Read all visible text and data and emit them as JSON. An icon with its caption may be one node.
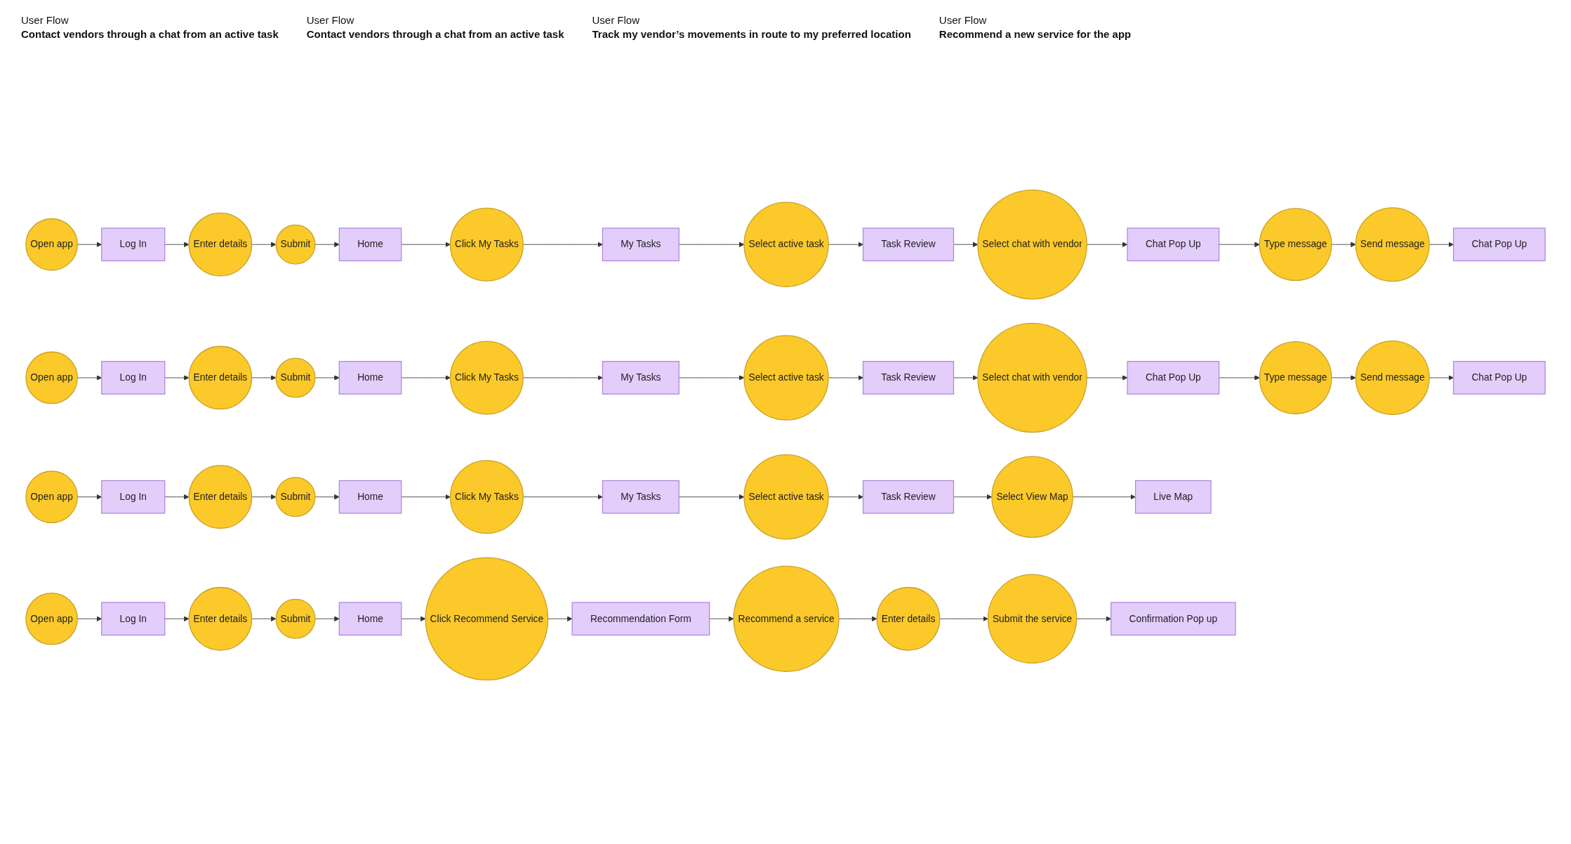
{
  "diagram": {
    "nodes": [
      {
        "text": [
          "Open app"
        ]
      },
      {
        "text": [
          "Log In"
        ]
      },
      {
        "text": [
          "Enter details"
        ]
      },
      {
        "text": [
          "Submit"
        ]
      },
      {
        "text": [
          "Home"
        ]
      },
      {
        "text": [
          "Click My Tasks"
        ]
      },
      {
        "text": [
          "My Tasks"
        ]
      },
      {
        "text": [
          "Select active task"
        ]
      },
      {
        "text": [
          "Task Review"
        ]
      },
      {
        "text": [
          "Select chat with vendor"
        ]
      },
      {
        "text": [
          "Chat Pop Up"
        ]
      },
      {
        "text": [
          "Type message"
        ]
      },
      {
        "text": [
          "Send message"
        ]
      },
      {
        "text": [
          "Chat Pop Up"
        ]
      },
      {
        "text": [
          "Open app"
        ]
      },
      {
        "text": [
          "Log In"
        ]
      },
      {
        "text": [
          "Enter details"
        ]
      },
      {
        "text": [
          "Submit"
        ]
      },
      {
        "text": [
          "Home"
        ]
      },
      {
        "text": [
          "Click My Tasks"
        ]
      },
      {
        "text": [
          "My Tasks"
        ]
      },
      {
        "text": [
          "Select active task"
        ]
      },
      {
        "text": [
          "Task Review"
        ]
      },
      {
        "text": [
          "Select chat with vendor"
        ]
      },
      {
        "text": [
          "Chat Pop Up"
        ]
      },
      {
        "text": [
          "Type message"
        ]
      },
      {
        "text": [
          "Send message"
        ]
      },
      {
        "text": [
          "Chat Pop Up"
        ]
      },
      {
        "text": [
          "Open app"
        ]
      },
      {
        "text": [
          "Log In"
        ]
      },
      {
        "text": [
          "Enter details"
        ]
      },
      {
        "text": [
          "Submit"
        ]
      },
      {
        "text": [
          "Home"
        ]
      },
      {
        "text": [
          "Click My Tasks"
        ]
      },
      {
        "text": [
          "My Tasks"
        ]
      },
      {
        "text": [
          "Select active task"
        ]
      },
      {
        "text": [
          "Task Review"
        ]
      },
      {
        "text": [
          "Select View Map"
        ]
      },
      {
        "text": [
          "Live Map"
        ]
      },
      {
        "text": [
          "Open app"
        ]
      },
      {
        "text": [
          "Log In"
        ]
      },
      {
        "text": [
          "Enter details"
        ]
      },
      {
        "text": [
          "Submit"
        ]
      },
      {
        "text": [
          "Home"
        ]
      },
      {
        "text": [
          "Click Recommend Service"
        ]
      },
      {
        "text": [
          "Recommendation Form"
        ]
      },
      {
        "text": [
          "Recommend a service"
        ]
      },
      {
        "text": [
          "Enter details"
        ]
      },
      {
        "text": [
          "Submit the service"
        ]
      },
      {
        "text": [
          "Confirmation Pop up"
        ]
      }
    ],
    "edges": [
      {
        "from": 0,
        "to": 1,
        "arrow": "to"
      },
      {
        "from": 1,
        "to": 2,
        "arrow": "to"
      },
      {
        "from": 2,
        "to": 3,
        "arrow": "to"
      },
      {
        "from": 3,
        "to": 4,
        "arrow": "to"
      },
      {
        "from": 4,
        "to": 5,
        "arrow": "to"
      },
      {
        "from": 5,
        "to": 6,
        "arrow": "to"
      },
      {
        "from": 6,
        "to": 7,
        "arrow": "to"
      },
      {
        "from": 7,
        "to": 8,
        "arrow": "to"
      },
      {
        "from": 8,
        "to": 9,
        "arrow": "to"
      },
      {
        "from": 9,
        "to": 10,
        "arrow": "to"
      },
      {
        "from": 10,
        "to": 11,
        "arrow": "to"
      },
      {
        "from": 11,
        "to": 12,
        "arrow": "to"
      },
      {
        "from": 12,
        "to": 13,
        "arrow": "to"
      },
      {
        "from": 14,
        "to": 15,
        "arrow": "to"
      },
      {
        "from": 15,
        "to": 16,
        "arrow": "to"
      },
      {
        "from": 16,
        "to": 17,
        "arrow": "to"
      },
      {
        "from": 17,
        "to": 18,
        "arrow": "to"
      },
      {
        "from": 18,
        "to": 19,
        "arrow": "to"
      },
      {
        "from": 19,
        "to": 20,
        "arrow": "to"
      },
      {
        "from": 20,
        "to": 21,
        "arrow": "to"
      },
      {
        "from": 21,
        "to": 22,
        "arrow": "to"
      },
      {
        "from": 22,
        "to": 23,
        "arrow": "to"
      },
      {
        "from": 23,
        "to": 24,
        "arrow": "to"
      },
      {
        "from": 24,
        "to": 25,
        "arrow": "to"
      },
      {
        "from": 25,
        "to": 26,
        "arrow": "to"
      },
      {
        "from": 26,
        "to": 27,
        "arrow": "to"
      },
      {
        "from": 28,
        "to": 29,
        "arrow": "to"
      },
      {
        "from": 29,
        "to": 30,
        "arrow": "to"
      },
      {
        "from": 30,
        "to": 31,
        "arrow": "to"
      },
      {
        "from": 31,
        "to": 32,
        "arrow": "to"
      },
      {
        "from": 32,
        "to": 33,
        "arrow": "to"
      },
      {
        "from": 33,
        "to": 34,
        "arrow": "to"
      },
      {
        "from": 34,
        "to": 35,
        "arrow": "to"
      },
      {
        "from": 35,
        "to": 36,
        "arrow": "to"
      },
      {
        "from": 36,
        "to": 37,
        "arrow": "to"
      },
      {
        "from": 37,
        "to": 38,
        "arrow": "to"
      },
      {
        "from": 39,
        "to": 40,
        "arrow": "to"
      },
      {
        "from": 40,
        "to": 41,
        "arrow": "to"
      },
      {
        "from": 41,
        "to": 42,
        "arrow": "to"
      },
      {
        "from": 42,
        "to": 43,
        "arrow": "to"
      },
      {
        "from": 43,
        "to": 44,
        "arrow": "to"
      },
      {
        "from": 44,
        "to": 45,
        "arrow": "to"
      },
      {
        "from": 45,
        "to": 46,
        "arrow": "to"
      },
      {
        "from": 46,
        "to": 47,
        "arrow": "to"
      },
      {
        "from": 47,
        "to": 48,
        "arrow": "to"
      },
      {
        "from": 48,
        "to": 49,
        "arrow": "to"
      }
    ],
    "labels": [
      "User Flow",
      "Contact vendors through a chat from an active task",
      "User Flow",
      "Contact vendors through a chat from an active task",
      "User Flow",
      "Track my vendor’s movements in route to my preferred location",
      "User Flow",
      "Recommend a new service for the app"
    ]
  }
}
